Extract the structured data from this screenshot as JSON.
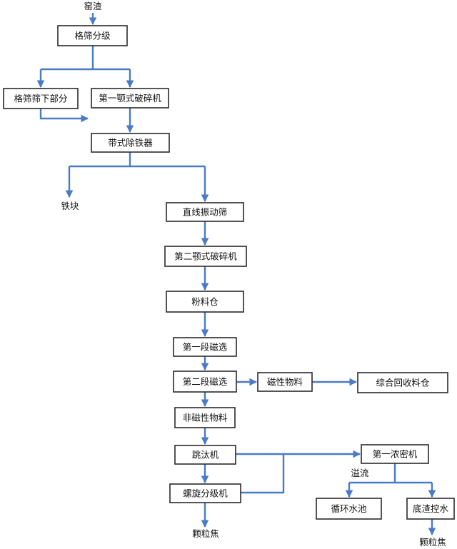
{
  "diagram": {
    "nodes": {
      "kiln_slag": "窑渣",
      "grid_screen": "格筛分级",
      "grid_undersize": "格筛筛下部分",
      "jaw_crusher_1": "第一颚式破碎机",
      "belt_iron_remover": "带式除铁器",
      "iron_lump": "铁块",
      "linear_vib_screen": "直线振动筛",
      "jaw_crusher_2": "第二颚式破碎机",
      "powder_bin": "粉料仓",
      "magsep_1": "第一段磁选",
      "magsep_2": "第二段磁选",
      "magnetic_material": "磁性物料",
      "recovery_bin": "综合回收料仓",
      "nonmagnetic_material": "非磁性物料",
      "jig": "跳汰机",
      "thickener_1": "第一浓密机",
      "overflow": "溢流",
      "spiral_classifier": "螺旋分级机",
      "circulating_pool": "循环水池",
      "underflow_dewater": "底渣控水",
      "coke_granules_1": "颗粒焦",
      "coke_granules_2": "颗粒焦"
    },
    "colors": {
      "arrow": "#4a7bc7",
      "box_border": "#2a2a2a",
      "text": "#111111"
    }
  }
}
